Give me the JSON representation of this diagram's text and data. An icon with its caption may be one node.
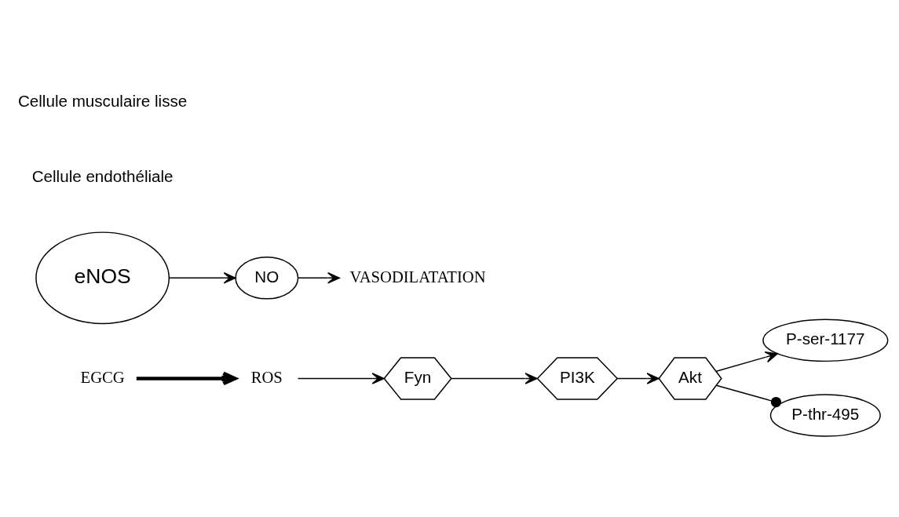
{
  "diagram": {
    "nodes": [
      {
        "text": [
          "EGCG"
        ]
      },
      {
        "text": [
          "ROS"
        ]
      },
      {
        "text": [
          "Fyn"
        ]
      },
      {
        "text": [
          "PI3K"
        ]
      },
      {
        "text": [
          "Akt"
        ]
      },
      {
        "text": [
          "eNOS"
        ]
      },
      {
        "text": [
          "P-ser-1177"
        ]
      },
      {
        "text": [
          "P-thr-495"
        ]
      },
      {
        "text": [
          "NO"
        ]
      },
      {
        "text": [
          "VASODILATATION"
        ]
      }
    ],
    "edges": [
      {
        "from": 0,
        "to": 1,
        "arrow": "to",
        "style": "thick"
      },
      {
        "from": 1,
        "to": 2,
        "arrow": "to"
      },
      {
        "from": 2,
        "to": 3,
        "arrow": "to"
      },
      {
        "from": 3,
        "to": 4,
        "arrow": "to"
      },
      {
        "from": 4,
        "to": 6,
        "arrow": "to"
      },
      {
        "from": 4,
        "to": 7,
        "arrow": "other"
      },
      {
        "from": 5,
        "to": 8,
        "arrow": "to"
      },
      {
        "from": 8,
        "to": 9,
        "arrow": "to"
      }
    ],
    "labels": [
      "Cellule endothéliale",
      "Cellule musculaire lisse"
    ]
  }
}
